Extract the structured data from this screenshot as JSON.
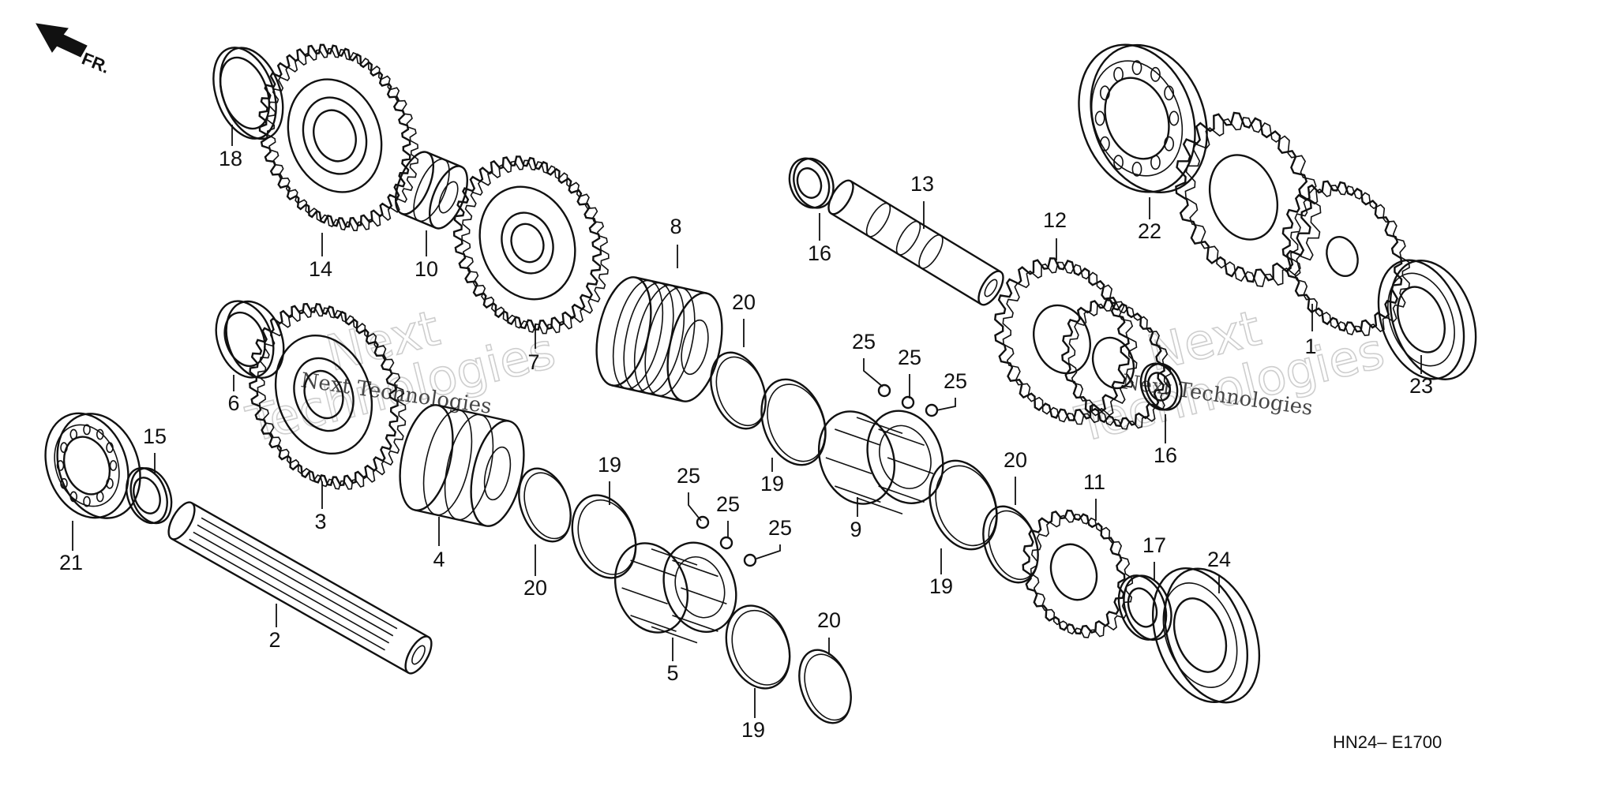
{
  "direction_label": "FR.",
  "diagram_code": "HN24– E1700",
  "watermark": {
    "line1": "Next",
    "line2": "Technologies",
    "caption": "Next Technologies"
  },
  "icons": [
    "front-direction-arrow-icon"
  ],
  "callouts": [
    {
      "id": "c1",
      "label": "1"
    },
    {
      "id": "c2",
      "label": "2"
    },
    {
      "id": "c3",
      "label": "3"
    },
    {
      "id": "c4",
      "label": "4"
    },
    {
      "id": "c5",
      "label": "5"
    },
    {
      "id": "c6",
      "label": "6"
    },
    {
      "id": "c7",
      "label": "7"
    },
    {
      "id": "c8",
      "label": "8"
    },
    {
      "id": "c9",
      "label": "9"
    },
    {
      "id": "c10",
      "label": "10"
    },
    {
      "id": "c11",
      "label": "11"
    },
    {
      "id": "c12",
      "label": "12"
    },
    {
      "id": "c13",
      "label": "13"
    },
    {
      "id": "c14",
      "label": "14"
    },
    {
      "id": "c15",
      "label": "15"
    },
    {
      "id": "c16a",
      "label": "16"
    },
    {
      "id": "c16b",
      "label": "16"
    },
    {
      "id": "c17",
      "label": "17"
    },
    {
      "id": "c18",
      "label": "18"
    },
    {
      "id": "c19a",
      "label": "19"
    },
    {
      "id": "c19b",
      "label": "19"
    },
    {
      "id": "c19c",
      "label": "19"
    },
    {
      "id": "c19d",
      "label": "19"
    },
    {
      "id": "c20a",
      "label": "20"
    },
    {
      "id": "c20b",
      "label": "20"
    },
    {
      "id": "c20c",
      "label": "20"
    },
    {
      "id": "c20d",
      "label": "20"
    },
    {
      "id": "c21",
      "label": "21"
    },
    {
      "id": "c22",
      "label": "22"
    },
    {
      "id": "c23",
      "label": "23"
    },
    {
      "id": "c24",
      "label": "24"
    },
    {
      "id": "c25a",
      "label": "25"
    },
    {
      "id": "c25b",
      "label": "25"
    },
    {
      "id": "c25c",
      "label": "25"
    },
    {
      "id": "c25d",
      "label": "25"
    },
    {
      "id": "c25e",
      "label": "25"
    },
    {
      "id": "c25f",
      "label": "25"
    }
  ]
}
